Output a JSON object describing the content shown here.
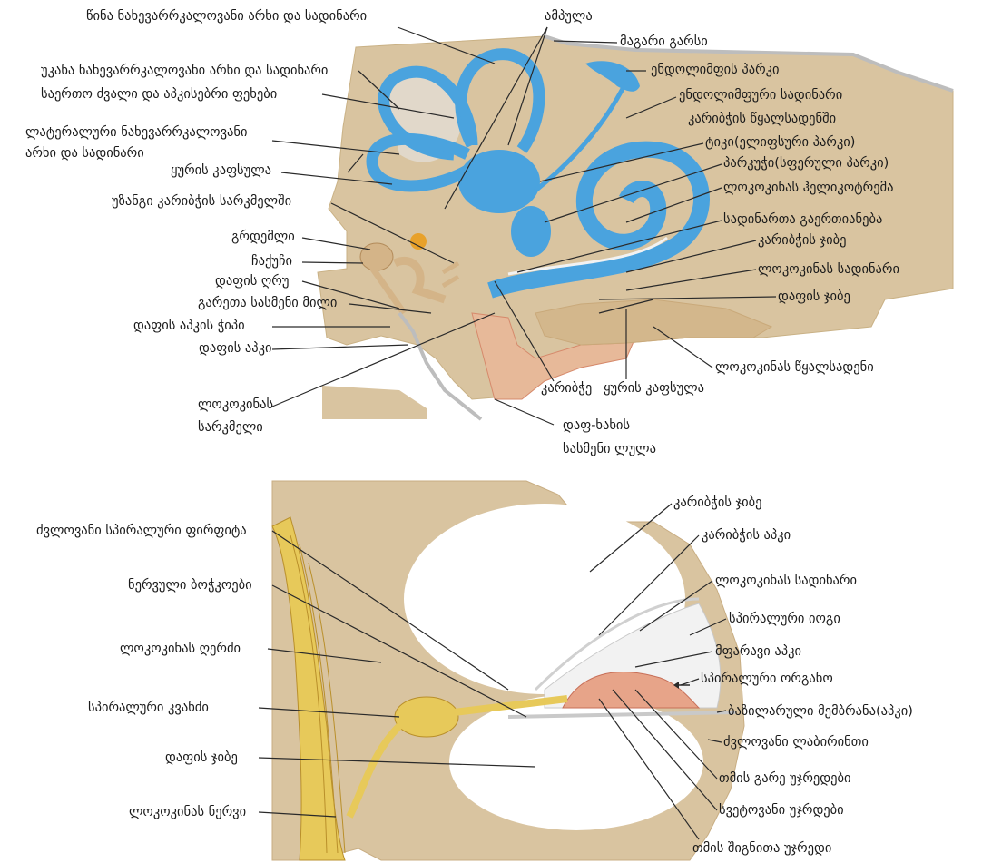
{
  "top_labels": {
    "ant_canal": "წინა ნახევარრკალოვანი არხი და სადინარი",
    "ampulla": "ამპულა",
    "dura": "მაგარი გარსი",
    "endo_sac": "ენდოლიმფის პარკი",
    "post_canal": "უკანა ნახევარრკალოვანი არხი და სადინარი",
    "endo_duct": "ენდოლიმფური სადინარი",
    "common_crus": "საერთო ძვალი და აპკისებრი ფეხები",
    "vest_aqueduct": "კარიბჭის წყალსადენში",
    "lat_canal_1": "ლატერალური ნახევარრკალოვანი",
    "lat_canal_2": "არხი და სადინარი",
    "utricle": "ტიკი(ელიფსური პარკი)",
    "capsule": "ყურის კაფსულა",
    "saccule": "პარკუჭი(სფერული პარკი)",
    "oval_window": "უზანგი კარიბჭის სარკმელში",
    "helicotrema": "ლოკოკინას ჰელიკოტრემა",
    "ductus_reuniens": "სადინართა გაერთიანება",
    "malleus": "გრდემლი",
    "scala_vest": "კარიბჭის ჯიბე",
    "incus": "ჩაქუჩი",
    "cochlear_duct": "ლოკოკინას სადინარი",
    "tymp_membrane": "დაფის ღრუ",
    "scala_tymp": "დაფის ჯიბე",
    "ext_canal": "გარეთა სასმენი მილი",
    "tymp_ring": "დაფის აპკის ჭიპი",
    "tymp_mem": "დაფის აპკი",
    "cochlear_aqueduct": "ლოკოკინას წყალსადენი",
    "round_window_1": "ლოკოკინას",
    "round_window_2": "სარკმელი",
    "vestibule": "კარიბჭე",
    "capsule_bottom": "ყურის კაფსულა",
    "eustachian_1": "დაფ-ხახის",
    "eustachian_2": "სასმენი ლულა"
  },
  "bottom_labels": {
    "scala_vest": "კარიბჭის ჯიბე",
    "osseous_lamina": "ძვლოვანი სპირალური ფირფიტა",
    "reissner": "კარიბჭის აპკი",
    "nerve_fibers": "ნერვული ბოჭკოები",
    "cochlear_duct": "ლოკოკინას სადინარი",
    "modiolus": "ლოკოკინას ღერძი",
    "spiral_lig": "სპირალური იოგი",
    "tectorial": "მფარავი აპკი",
    "spiral_organ": "სპირალური ორგანო",
    "spiral_ganglion": "სპირალური კვანძი",
    "basilar": "ბაზილარული მემბრანა(აპკი)",
    "bony_lab": "ძვლოვანი ლაბირინთი",
    "scala_tymp": "დაფის ჯიბე",
    "outer_hair": "თმის გარე უჯრედები",
    "cochlear_nerve": "ლოკოკინას ნერვი",
    "supporting": "სვეტოვანი უჯრდები",
    "inner_hair": "თმის შიგნითა უჯრედი"
  },
  "colors": {
    "bone": "#d9c4a0",
    "bone_dark": "#c8ad82",
    "endolymph": "#4aa3de",
    "membrane": "#f2f2f2",
    "ossicle": "#d4b488",
    "flesh": "#e7a489",
    "nerve": "#e7c95a",
    "line": "#2a2a2a"
  }
}
